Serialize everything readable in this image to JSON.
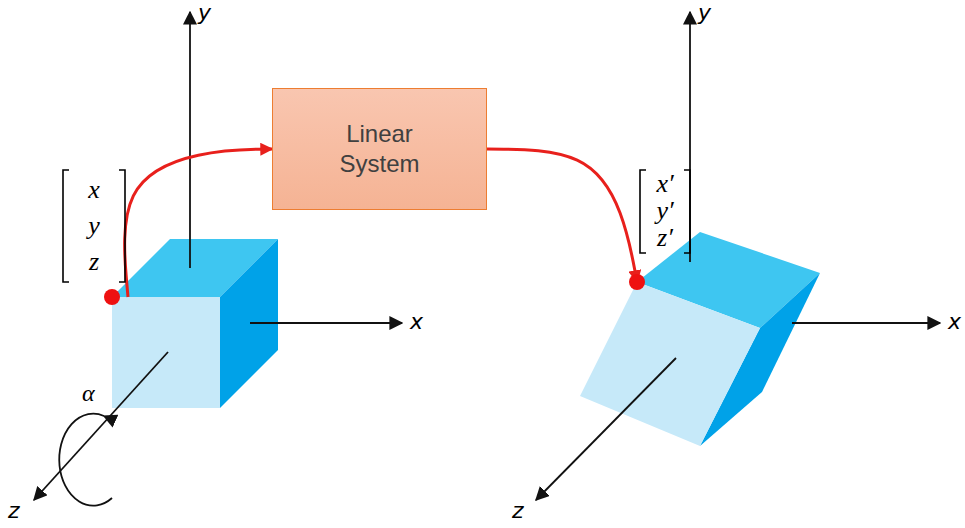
{
  "diagram": {
    "nodes": [
      {
        "text": [
          "x",
          "y",
          "z"
        ]
      },
      {
        "text": [
          "Linear System"
        ]
      },
      {
        "text": [
          "x′",
          "y′",
          "z′"
        ]
      }
    ],
    "edges": [
      {
        "from": 0,
        "to": 1,
        "arrow": "to"
      },
      {
        "from": 1,
        "to": 2,
        "arrow": "to"
      }
    ],
    "labels": [
      "y",
      "x",
      "z",
      "α",
      "y",
      "x",
      "z"
    ]
  }
}
